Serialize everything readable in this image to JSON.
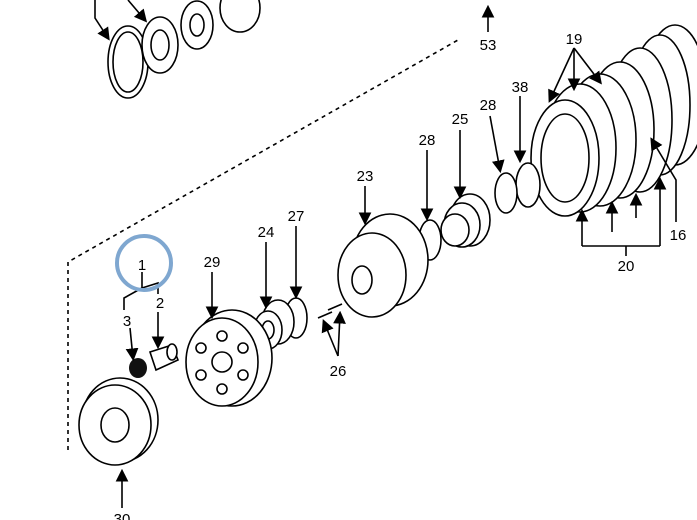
{
  "diagram": {
    "highlight_color": "#7fa7d0",
    "callouts": {
      "c53": "53",
      "c19": "19",
      "c38": "38",
      "c28a": "28",
      "c25": "25",
      "c28b": "28",
      "c23": "23",
      "c27": "27",
      "c24": "24",
      "c29": "29",
      "c1": "1",
      "c2": "2",
      "c3": "3",
      "c26": "26",
      "c20": "20",
      "c16": "16",
      "c30": "30"
    },
    "highlighted_callout": "1"
  }
}
